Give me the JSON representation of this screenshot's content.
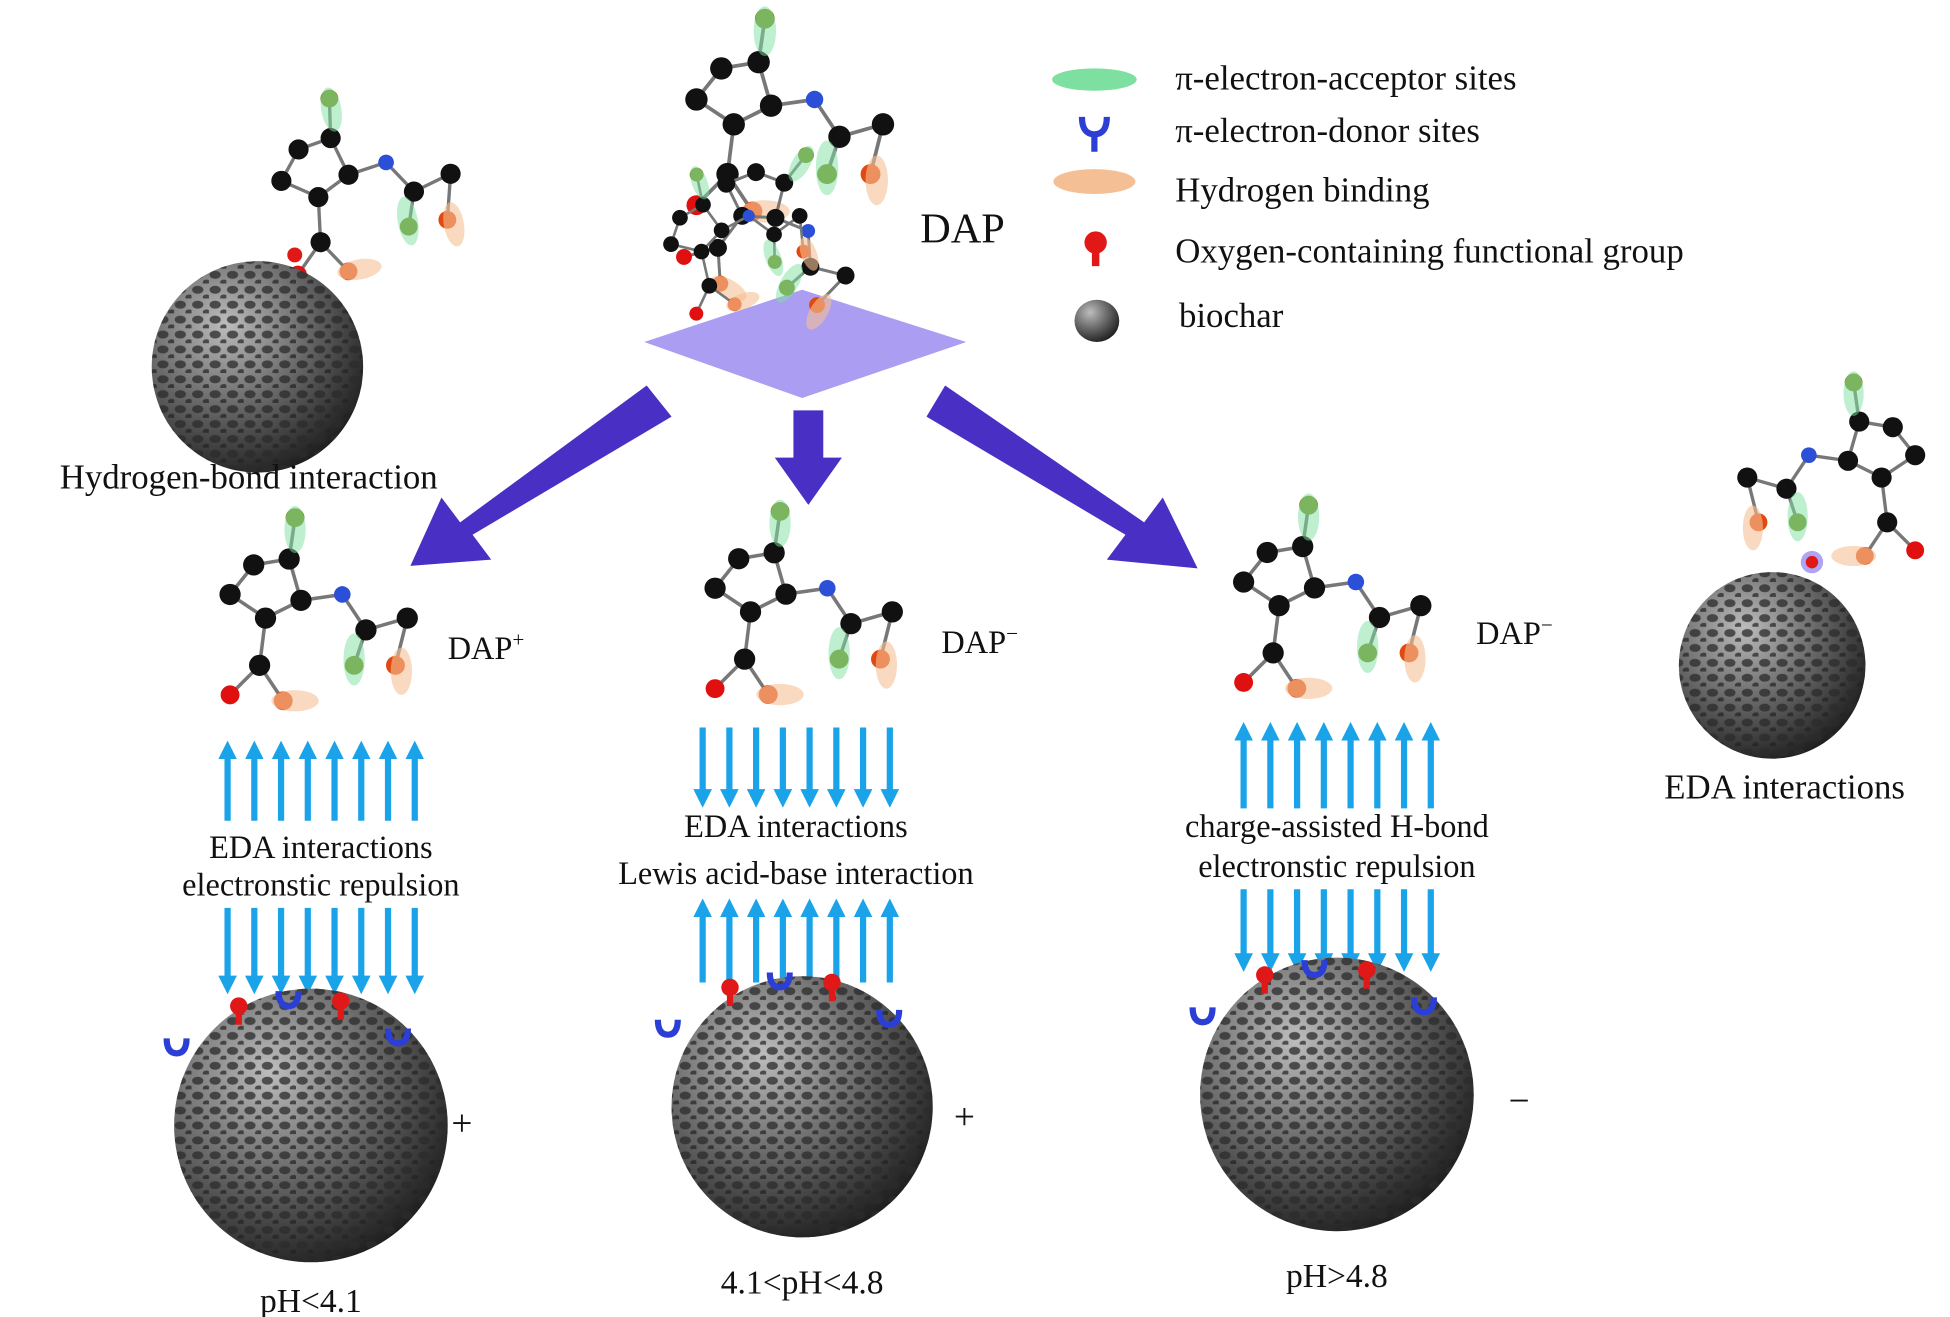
{
  "molecule_label": "DAP",
  "legend": [
    {
      "icon": "green-ellipse-icon",
      "label": "π-electron-acceptor sites",
      "color": "#7ee0a0"
    },
    {
      "icon": "blue-fork-icon",
      "label": "π-electron-donor sites",
      "color": "#2b3fd6"
    },
    {
      "icon": "orange-ellipse-icon",
      "label": "Hydrogen binding",
      "color": "#f5bf95"
    },
    {
      "icon": "red-pin-icon",
      "label": "Oxygen-containing functional group",
      "color": "#e01818"
    },
    {
      "icon": "biochar-sphere-icon",
      "label": "biochar",
      "color": "#555555"
    }
  ],
  "left_panel": {
    "label": "Hydrogen-bond interaction"
  },
  "right_panel": {
    "label": "EDA interactions"
  },
  "columns": [
    {
      "species": "DAP",
      "charge_sup": "+",
      "top_arrows": "up",
      "text1": "EDA interactions",
      "text2": "electronstic repulsion",
      "bottom_arrows": "down",
      "surface_charge": "+",
      "ph": "pH<4.1"
    },
    {
      "species": "DAP",
      "charge_sup": "−",
      "top_arrows": "down",
      "text1": "EDA interactions",
      "text2": "Lewis acid-base interaction",
      "bottom_arrows": "up",
      "surface_charge": "+",
      "ph": "4.1<pH<4.8"
    },
    {
      "species": "DAP",
      "charge_sup": "−",
      "top_arrows": "up",
      "text1": "charge-assisted H-bond",
      "text2": "electronstic repulsion",
      "bottom_arrows": "down",
      "surface_charge": "−",
      "ph": "pH>4.8"
    }
  ],
  "colors": {
    "big_arrow": "#4a2fc4",
    "small_arrow": "#1aa3e8",
    "diamond": "#9b8cf0"
  }
}
